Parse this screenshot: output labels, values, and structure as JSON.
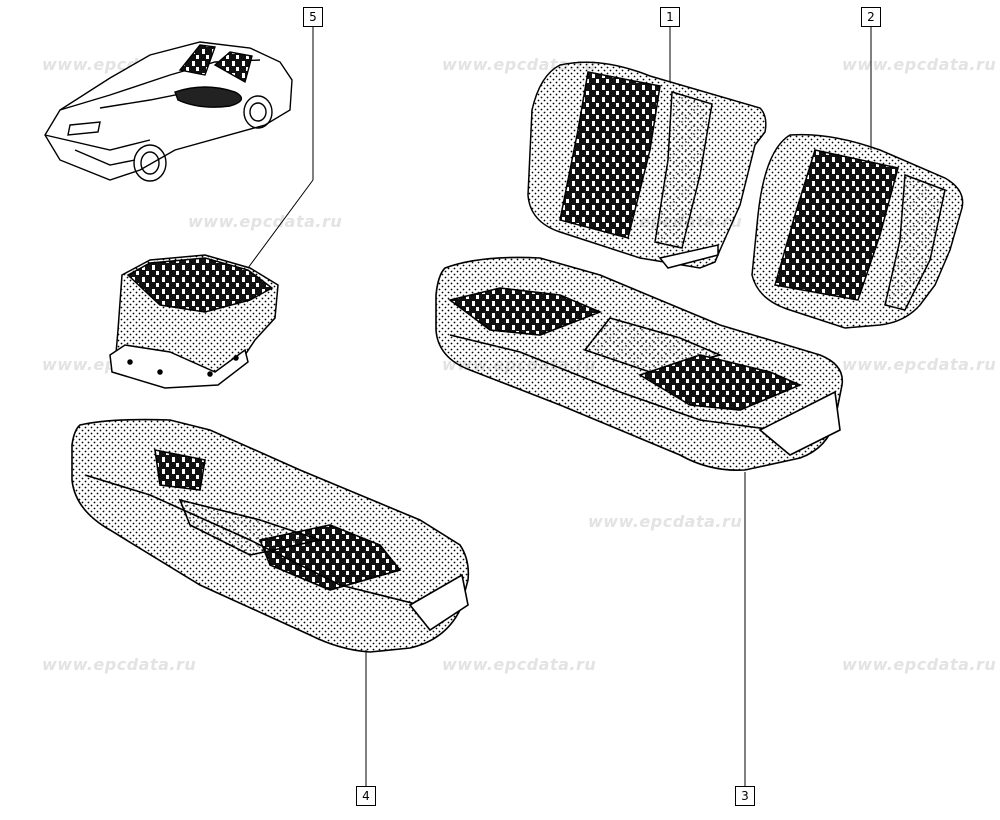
{
  "watermark": "www.epcdata.ru",
  "callouts": [
    {
      "number": "1",
      "part": "rear-seat-back-left"
    },
    {
      "number": "2",
      "part": "rear-seat-back-right"
    },
    {
      "number": "3",
      "part": "rear-seat-cushion-large"
    },
    {
      "number": "4",
      "part": "front-seat-cushion"
    },
    {
      "number": "5",
      "part": "front-seat-base"
    }
  ]
}
